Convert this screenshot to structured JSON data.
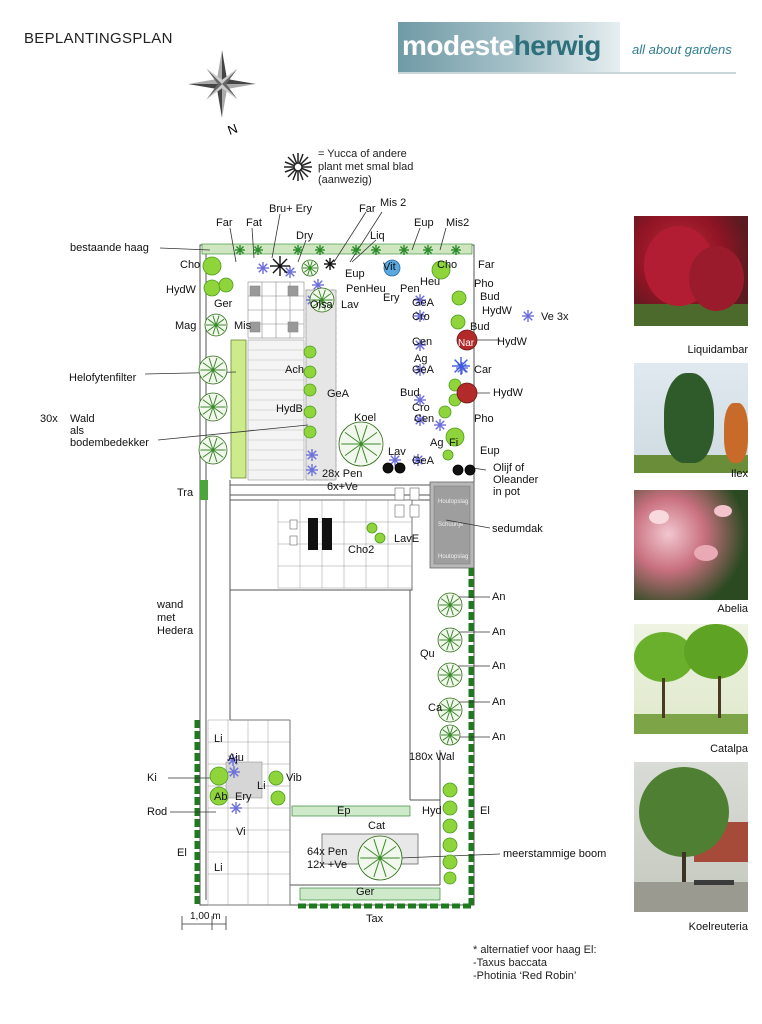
{
  "header": {
    "title": "BEPLANTINGSPLAN",
    "logo_left": "modeste",
    "logo_right": "herwig",
    "tagline": "all about gardens",
    "north": "N"
  },
  "legend": {
    "line1": "= Yucca of andere",
    "line2": "plant met smal blad",
    "line3": "(aanwezig)"
  },
  "labels": {
    "bestaande_haag": "bestaande haag",
    "far1": "Far",
    "fat": "Fat",
    "bru_ery": "Bru+ Ery",
    "dry": "Dry",
    "far2": "Far",
    "mis2a": "Mis 2",
    "liq": "Liq",
    "eup1": "Eup",
    "mis2b": "Mis2",
    "cho1": "Cho",
    "eup2": "Eup",
    "vit": "Vit",
    "heu1": "Heu",
    "cho2": "Cho",
    "far3": "Far",
    "pen1": "PenHeu",
    "pen2": "Pen",
    "ery": "Ery",
    "pho1": "Pho",
    "hydw1": "HydW",
    "ger1": "Ger",
    "olsa": "Olsa",
    "lav1": "Lav",
    "gea1": "GeA",
    "bud1": "Bud",
    "cro1": "Cro",
    "hydw2": "HydW",
    "ve3x": "Ve 3x",
    "mag": "Mag",
    "mis": "Mis",
    "bud2": "Bud",
    "cen1": "Cen",
    "hydw3": "HydW",
    "helofyt": "Helofytenfilter",
    "ach": "Ach",
    "ag1": "Ag",
    "gea2": "GeA",
    "car": "Car",
    "gea3": "GeA",
    "nar": "Nar",
    "bud3": "Bud",
    "hydw4": "HydW",
    "hydb": "HydB",
    "cro2": "Cro",
    "cen2": "Cen",
    "pho2": "Pho",
    "wald1": "Wald",
    "wald_30x": "30x",
    "wald2": "als",
    "wald3": "bodembedekker",
    "koel": "Koel",
    "ag2": "Ag",
    "fi": "Fi",
    "eup3": "Eup",
    "lav2": "Lav",
    "gea4": "GeA",
    "pen28": "28x Pen",
    "ve6": "6x+Ve",
    "olijf1": "Olijf of",
    "olijf2": "Oleander",
    "olijf3": "in pot",
    "tra": "Tra",
    "cho3": "Cho2",
    "lave": "LavE",
    "sedum": "sedumdak",
    "wand1": "wand",
    "wand2": "met",
    "wand3": "Hedera",
    "an1": "An",
    "an2": "An",
    "an3": "An",
    "an4": "An",
    "an5": "An",
    "qu": "Qu",
    "ca": "Ca",
    "wal": "180x Wal",
    "li1": "Li",
    "aju": "Aju",
    "ki": "Ki",
    "li2": "Li",
    "vib": "Vib",
    "ab": "Ab",
    "ery2": "Ery",
    "rod": "Rod",
    "vi": "Vi",
    "ep": "Ep",
    "hyd": "Hyd",
    "el1": "El",
    "cat": "Cat",
    "el2": "El",
    "pen64": "64x Pen",
    "ve12": "12x +Ve",
    "meer": "meerstammige boom",
    "li3": "Li",
    "ger2": "Ger",
    "tax": "Tax",
    "scale": "1,00 m",
    "shed1": "Houtopslag",
    "shed2": "Schuurtje",
    "shed3": "Houtopslag"
  },
  "photos": [
    {
      "name": "Liquidambar"
    },
    {
      "name": "Ilex"
    },
    {
      "name": "Abelia"
    },
    {
      "name": "Catalpa"
    },
    {
      "name": "Koelreuteria"
    }
  ],
  "note": {
    "line1": "* alternatief voor haag El:",
    "line2": "-Taxus baccata",
    "line3": "-Photinia ‘Red Robin’"
  }
}
